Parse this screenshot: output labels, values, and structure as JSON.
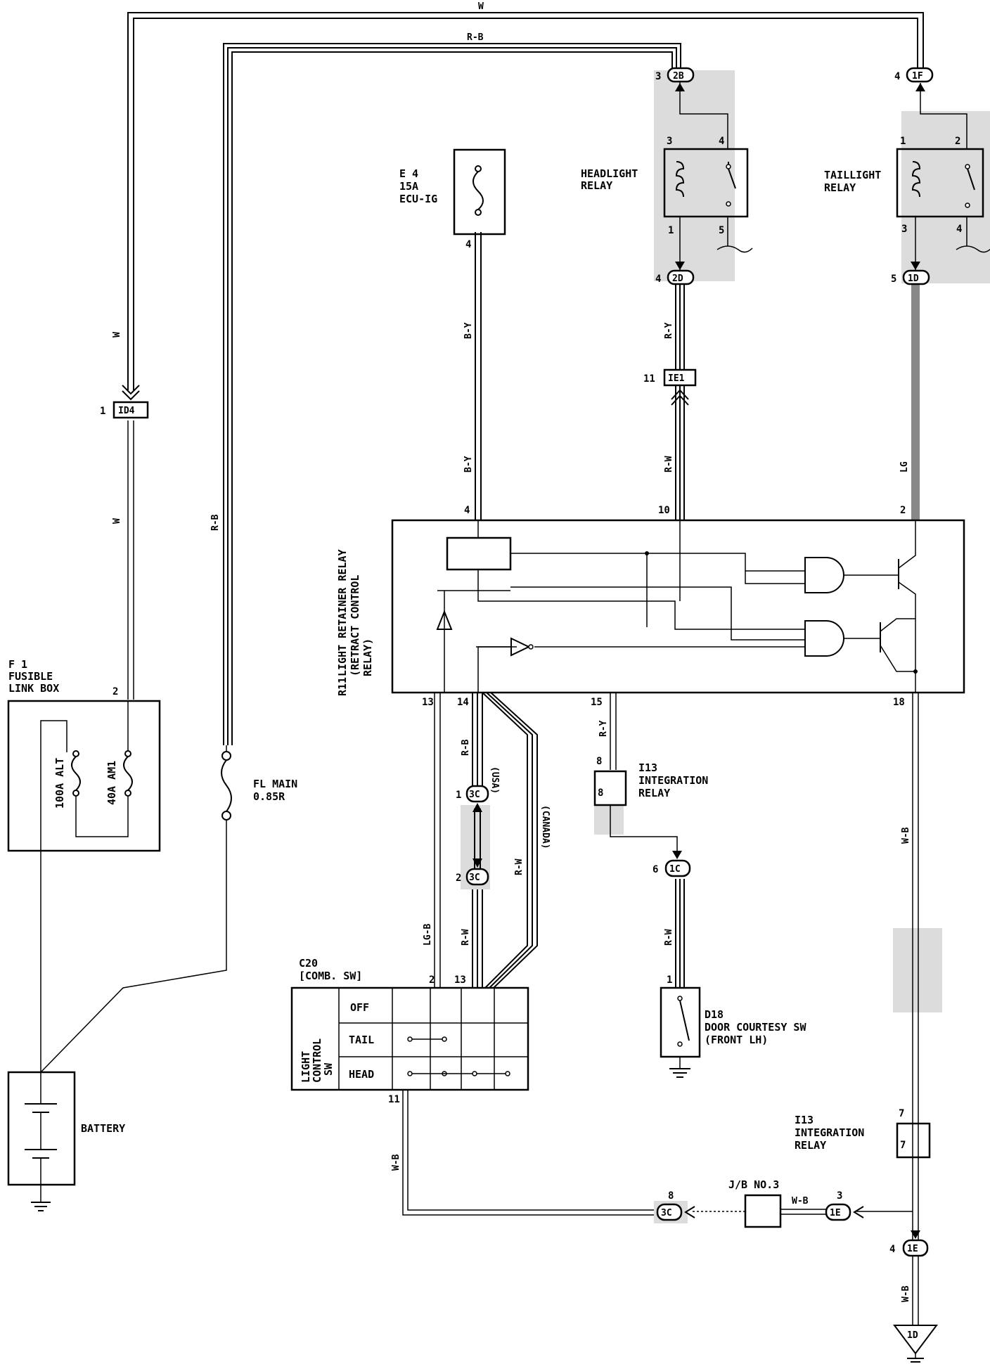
{
  "wires": {
    "w_top": "W",
    "rb_top": "R-B",
    "w_left_upper": "W",
    "w_left_lower": "W",
    "rb_left": "R-B",
    "by_upper": "B-Y",
    "by_lower": "B-Y",
    "ry_upper": "R-Y",
    "rw_mid": "R-W",
    "lg_right": "LG",
    "lgb": "LG-B",
    "rb_14": "R-B",
    "ry_15": "R-Y",
    "rw_canada": "R-W",
    "rw_13": "R-W",
    "rw_d18": "R-W",
    "wb_right": "W-B",
    "wb_left": "W-B",
    "wb_jb": "W-B",
    "wb_bottom": "W-B"
  },
  "variants": {
    "usa": "(USA)",
    "canada": "(CANADA)"
  },
  "connectors": {
    "c2b": {
      "code": "2B",
      "pin": "3"
    },
    "c1f": {
      "code": "1F",
      "pin": "4"
    },
    "c2d": {
      "code": "2D",
      "pin": "4"
    },
    "c1d": {
      "code": "1D",
      "pin": "5"
    },
    "cie1": {
      "code": "IE1",
      "pin": "11"
    },
    "cid4": {
      "code": "ID4",
      "pin": "1"
    },
    "c3c_top": {
      "code": "3C",
      "pin": "1"
    },
    "c3c_bot": {
      "code": "3C",
      "pin": "2"
    },
    "c1c": {
      "code": "1C",
      "pin": "6"
    },
    "c3c_jb": {
      "code": "3C",
      "pin": "8"
    },
    "c1e_jb": {
      "code": "1E",
      "pin": "3"
    },
    "c1e_bot": {
      "code": "1E",
      "pin": "4"
    },
    "ground_1d": "1D"
  },
  "components": {
    "e4": {
      "id": "E 4",
      "rating": "15A",
      "name": "ECU-IG",
      "pin": "4"
    },
    "headlight_relay": {
      "name_1": "HEADLIGHT",
      "name_2": "RELAY",
      "pins": [
        "3",
        "4",
        "1",
        "5"
      ]
    },
    "taillight_relay": {
      "name_1": "TAILLIGHT",
      "name_2": "RELAY",
      "pins": [
        "1",
        "2",
        "3",
        "4"
      ]
    },
    "r11": {
      "id": "R11",
      "name_1": "LIGHT RETAINER RELAY",
      "name_2": "(RETRACT CONTROL",
      "name_3": "RELAY)",
      "pins": {
        "p4": "4",
        "p10": "10",
        "p2": "2",
        "p13": "13",
        "p14": "14",
        "p15": "15",
        "p18": "18"
      }
    },
    "f1": {
      "id": "F 1",
      "name_1": "FUSIBLE",
      "name_2": "LINK BOX",
      "pin": "2",
      "fuse_alt": "100A ALT",
      "fuse_am1": "40A AM1"
    },
    "fl_main": {
      "name_1": "FL MAIN",
      "name_2": "0.85R"
    },
    "i13_top": {
      "id": "I13",
      "name_1": "INTEGRATION",
      "name_2": "RELAY",
      "pin_out": "8",
      "pin_in": "8"
    },
    "i13_bot": {
      "id": "I13",
      "name_1": "INTEGRATION",
      "name_2": "RELAY",
      "pin_out": "7",
      "pin_in": "7"
    },
    "d18": {
      "id": "D18",
      "name_1": "DOOR COURTESY SW",
      "name_2": "(FRONT LH)",
      "pin": "1"
    },
    "c20": {
      "id": "C20",
      "name": "[COMB. SW]",
      "side_1": "LIGHT",
      "side_2": "CONTROL",
      "side_3": "SW",
      "rows": [
        "OFF",
        "TAIL",
        "HEAD"
      ],
      "pin_2": "2",
      "pin_13": "13",
      "pin_11": "11"
    },
    "jb3": {
      "name": "J/B NO.3"
    },
    "battery": {
      "name": "BATTERY"
    }
  }
}
